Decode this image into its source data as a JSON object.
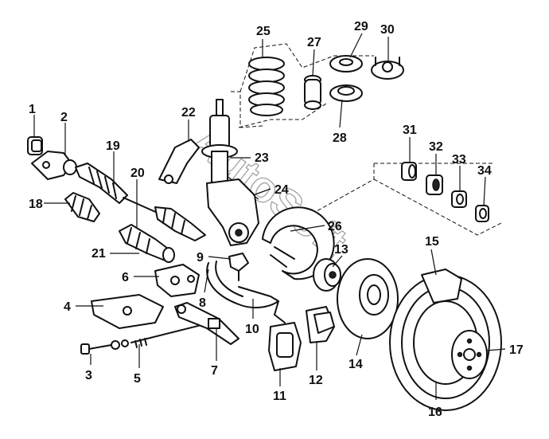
{
  "diagram": {
    "watermark": "AutoSoft",
    "callouts": [
      "1",
      "2",
      "3",
      "4",
      "5",
      "6",
      "7",
      "8",
      "9",
      "10",
      "11",
      "12",
      "13",
      "14",
      "15",
      "16",
      "17",
      "18",
      "19",
      "20",
      "21",
      "22",
      "23",
      "24",
      "25",
      "26",
      "27",
      "28",
      "29",
      "30",
      "31",
      "32",
      "33",
      "34"
    ]
  }
}
